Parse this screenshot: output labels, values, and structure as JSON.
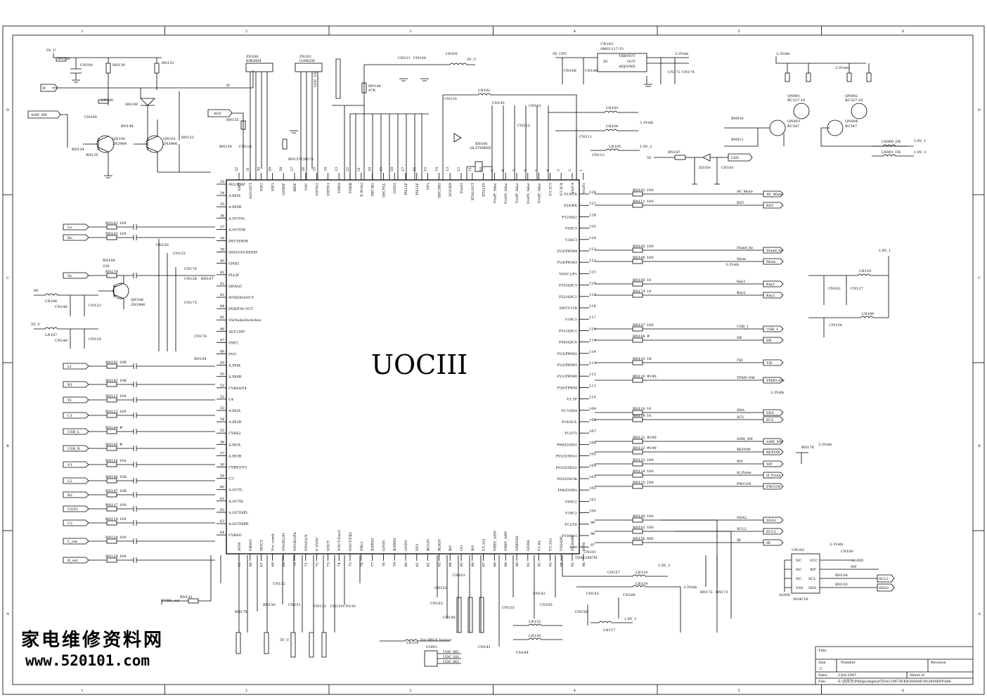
{
  "chip": {
    "name": "UOCIII",
    "part_ref": "UN101",
    "part_no": "TDA12067H",
    "left_pins": [
      {
        "no": "33",
        "name": "AVL/SSIF"
      },
      {
        "no": "34",
        "name": "A.IN5L"
      },
      {
        "no": "35",
        "name": "A.IN5R"
      },
      {
        "no": "36",
        "name": "A.OUTSL"
      },
      {
        "no": "37",
        "name": "A.OUTSR"
      },
      {
        "no": "38",
        "name": "DECSDEM"
      },
      {
        "no": "39",
        "name": "QSSO/AUDEEM"
      },
      {
        "no": "40",
        "name": "GND2"
      },
      {
        "no": "41",
        "name": "PLLIF"
      },
      {
        "no": "42",
        "name": "SIFAGC"
      },
      {
        "no": "43",
        "name": "IFVEDIO/OUT"
      },
      {
        "no": "44",
        "name": "DVB/FM OUT"
      },
      {
        "no": "45",
        "name": "VS/AudioSwitches"
      },
      {
        "no": "46",
        "name": "AGC2SIF"
      },
      {
        "no": "47",
        "name": "VSP2"
      },
      {
        "no": "48",
        "name": "SVO"
      },
      {
        "no": "49",
        "name": "A.IN4L"
      },
      {
        "no": "50",
        "name": "A.IN4R"
      },
      {
        "no": "51",
        "name": "CVBS4/Y4"
      },
      {
        "no": "52",
        "name": "C4"
      },
      {
        "no": "53",
        "name": "A.IN2L"
      },
      {
        "no": "54",
        "name": "A.IN2R"
      },
      {
        "no": "55",
        "name": "CVBS2"
      },
      {
        "no": "56",
        "name": "A.IN3L"
      },
      {
        "no": "57",
        "name": "A.IN3R"
      },
      {
        "no": "58",
        "name": "CVBS3/Y3"
      },
      {
        "no": "59",
        "name": "C3"
      },
      {
        "no": "60",
        "name": "A.OUTL"
      },
      {
        "no": "61",
        "name": "A.OUTR"
      },
      {
        "no": "62",
        "name": "A.OUTHPL"
      },
      {
        "no": "63",
        "name": "A.OUTHPR"
      },
      {
        "no": "64",
        "name": "CVBSO"
      }
    ],
    "right_pins": [
      {
        "no": "128",
        "name": "P15/TX"
      },
      {
        "no": "127",
        "name": "P14/RX"
      },
      {
        "no": "126",
        "name": "P12/Int2"
      },
      {
        "no": "125",
        "name": "VSSC3"
      },
      {
        "no": "124",
        "name": "V18C3"
      },
      {
        "no": "123",
        "name": "P25/PWM4"
      },
      {
        "no": "122",
        "name": "P24/PWM3"
      },
      {
        "no": "121",
        "name": "VSSC1/P1"
      },
      {
        "no": "120",
        "name": "P33/ADC3"
      },
      {
        "no": "119",
        "name": "P32/ADC2"
      },
      {
        "no": "118",
        "name": "DECV1V8"
      },
      {
        "no": "117",
        "name": "V18C1"
      },
      {
        "no": "116",
        "name": "P31/ADC1"
      },
      {
        "no": "115",
        "name": "P30/ADC0"
      },
      {
        "no": "114",
        "name": "P23/PWM2"
      },
      {
        "no": "113",
        "name": "P22/PWM1"
      },
      {
        "no": "112",
        "name": "P21/PWM0"
      },
      {
        "no": "111",
        "name": "P20/TPWM"
      },
      {
        "no": "110",
        "name": "V3.3P"
      },
      {
        "no": "109",
        "name": "P17/SDA"
      },
      {
        "no": "108",
        "name": "P16/SCL"
      },
      {
        "no": "107",
        "name": "P13/T1"
      },
      {
        "no": "106",
        "name": "P00/I2SDi1"
      },
      {
        "no": "105",
        "name": "P01/I2SDo1"
      },
      {
        "no": "104",
        "name": "P02/I2SDo2"
      },
      {
        "no": "103",
        "name": "P03/I2SClk"
      },
      {
        "no": "102",
        "name": "P04/I2SWs"
      },
      {
        "no": "101",
        "name": "VSSC2"
      },
      {
        "no": "100",
        "name": "V18C2"
      },
      {
        "no": "99",
        "name": "P11/T0"
      },
      {
        "no": "98",
        "name": "P10/Int1"
      },
      {
        "no": "97",
        "name": "Int0"
      }
    ],
    "top_pins": [
      {
        "no": "32",
        "name": "EHT"
      },
      {
        "no": "31",
        "name": "AGCOUT"
      },
      {
        "no": "30",
        "name": "SIF2"
      },
      {
        "no": "29",
        "name": "SIF1"
      },
      {
        "no": "28",
        "name": "GNDIF"
      },
      {
        "no": "27",
        "name": "IREF"
      },
      {
        "no": "26",
        "name": "VSC"
      },
      {
        "no": "25",
        "name": "VIFIN2"
      },
      {
        "no": "24",
        "name": "VIFIN1"
      },
      {
        "no": "23",
        "name": "VDRA"
      },
      {
        "no": "22",
        "name": "VDRB"
      },
      {
        "no": "21",
        "name": "E.W/Avl"
      },
      {
        "no": "20",
        "name": "DECBG"
      },
      {
        "no": "19",
        "name": "SECPLL"
      },
      {
        "no": "18",
        "name": "GND1"
      },
      {
        "no": "17",
        "name": "PH1LF"
      },
      {
        "no": "16",
        "name": "PH2LF"
      },
      {
        "no": "15",
        "name": "VP1"
      },
      {
        "no": "14",
        "name": "DECDIG"
      },
      {
        "no": "13",
        "name": "VGUED"
      },
      {
        "no": "12",
        "name": "VssA1"
      },
      {
        "no": "11",
        "name": "XTALOUT"
      },
      {
        "no": "10",
        "name": "XTALIN"
      },
      {
        "no": "9",
        "name": "VrefP_Sdac"
      },
      {
        "no": "8",
        "name": "VrefN_Sdac"
      },
      {
        "no": "7",
        "name": "VrefP_Sdac"
      },
      {
        "no": "6",
        "name": "VrefN_Sdac"
      },
      {
        "no": "5",
        "name": "VrefP_Sdac"
      },
      {
        "no": "4",
        "name": "V3.3C3"
      },
      {
        "no": "3",
        "name": "V3.3C4"
      },
      {
        "no": "2",
        "name": "VssC4"
      },
      {
        "no": "1",
        "name": "VssP2"
      }
    ],
    "bottom_pins": [
      {
        "no": "65",
        "name": "SVM"
      },
      {
        "no": "66",
        "name": "FBISO"
      },
      {
        "no": "67",
        "name": "HOUT"
      },
      {
        "no": "68",
        "name": "Vcc comb"
      },
      {
        "no": "69",
        "name": "VIN/R2/Pr"
      },
      {
        "no": "70",
        "name": "VIN/B2/Pb"
      },
      {
        "no": "71",
        "name": "VIN/G2/Y"
      },
      {
        "no": "72",
        "name": "V SYNC"
      },
      {
        "no": "73",
        "name": "VOUT"
      },
      {
        "no": "74",
        "name": "VOUT/Sws1"
      },
      {
        "no": "75",
        "name": "VOUT/FB2"
      },
      {
        "no": "76",
        "name": "FBL1"
      },
      {
        "no": "77",
        "name": "R/PRIN"
      },
      {
        "no": "78",
        "name": "G/YIN"
      },
      {
        "no": "79",
        "name": "B/PBIN"
      },
      {
        "no": "80",
        "name": "GND3"
      },
      {
        "no": "81",
        "name": "VP3"
      },
      {
        "no": "82",
        "name": "BCLIN"
      },
      {
        "no": "83",
        "name": "BLKIN"
      },
      {
        "no": "84",
        "name": "BO"
      },
      {
        "no": "85",
        "name": "GO"
      },
      {
        "no": "86",
        "name": "RO"
      },
      {
        "no": "87",
        "name": "V3.3A1"
      },
      {
        "no": "88",
        "name": "VREF_ADN"
      },
      {
        "no": "89",
        "name": "VREF_ADP"
      },
      {
        "no": "90",
        "name": "VREFAD"
      },
      {
        "no": "91",
        "name": "GNDA"
      },
      {
        "no": "92",
        "name": "V1.8A"
      },
      {
        "no": "93",
        "name": "V3.3A2"
      },
      {
        "no": "94",
        "name": "VSSADC"
      },
      {
        "no": "95",
        "name": "V1.8ADC"
      },
      {
        "no": "96",
        "name": "SVM"
      }
    ]
  },
  "left_ports": [
    {
      "label": "Lo",
      "ref": "RN102",
      "val": "100"
    },
    {
      "label": "Ro",
      "ref": "RN103",
      "val": "100"
    },
    {
      "label": "Vo",
      "ref": "RN179",
      "val": ""
    },
    {
      "label": "LI",
      "ref": "RN142",
      "val": "10K"
    },
    {
      "label": "R1",
      "ref": "RN143",
      "val": "10K"
    },
    {
      "label": "Y1",
      "ref": "RN115",
      "val": "100"
    },
    {
      "label": "C1",
      "ref": "RN113",
      "val": "100"
    },
    {
      "label": "USB_L",
      "ref": "RN144",
      "val": "#"
    },
    {
      "label": "USB_R",
      "ref": "RN145",
      "val": "#"
    },
    {
      "label": "V1",
      "ref": "RN116",
      "val": "100"
    },
    {
      "label": "L2",
      "ref": "RN146",
      "val": "10K"
    },
    {
      "label": "R2",
      "ref": "RN147",
      "val": "10K"
    },
    {
      "label": "V2/Y2",
      "ref": "RN117",
      "val": "100"
    },
    {
      "label": "C2",
      "ref": "RN114",
      "val": "100"
    },
    {
      "label": "L_out",
      "ref": "RN128",
      "val": "100"
    },
    {
      "label": "R_out",
      "ref": "RN129",
      "val": "100"
    }
  ],
  "right_ports": [
    {
      "label": "AV_Mute",
      "ref": "RN101",
      "val": "100"
    },
    {
      "label": "RST",
      "ref": "RN111",
      "val": "100"
    },
    {
      "label": "Stand_by",
      "ref": "RN105",
      "val": "100"
    },
    {
      "label": "Mute",
      "ref": "RN106",
      "val": "100"
    },
    {
      "label": "Key1",
      "ref": "RN168",
      "val": "10"
    },
    {
      "label": "Key2",
      "ref": "RN174",
      "val": "10"
    },
    {
      "label": "USB_1",
      "ref": "RN107",
      "val": "100"
    },
    {
      "label": "SR",
      "ref": "RN108",
      "val": "#"
    },
    {
      "label": "Tilt",
      "ref": "RN110",
      "val": "1K"
    },
    {
      "label": "YPbPr-SW",
      "ref": "RN120",
      "val": "#100"
    },
    {
      "label": "SDA",
      "ref": "RN118",
      "val": "10"
    },
    {
      "label": "SCL",
      "ref": "RN119",
      "val": "10"
    },
    {
      "label": "SAW_SW",
      "ref": "RN121",
      "val": "#100"
    },
    {
      "label": "REPOW",
      "ref": "RN122",
      "val": "#100"
    },
    {
      "label": "WP",
      "ref": "RN123",
      "val": "100"
    },
    {
      "label": "H_Prote",
      "ref": "RN124",
      "val": "100"
    },
    {
      "label": "PWCON",
      "ref": "RN125",
      "val": "100"
    },
    {
      "label": "SDA2",
      "ref": "RN100",
      "val": "100"
    },
    {
      "label": "SCL2",
      "ref": "RN101",
      "val": "100"
    },
    {
      "label": "IR",
      "ref": "RN156",
      "val": "680"
    }
  ],
  "top_labels": {
    "v5u": "5V_U",
    "if_net": "IF",
    "saw_sw": "SAW_SW",
    "agc": "AGC",
    "uoc_vd": "UOC_VD",
    "v33": "3.3Vstb",
    "v5cpu": "5V_CPU",
    "led": "LED",
    "v18_1": "1.8V_1",
    "v18_2": "1.8V_2",
    "v5u2": "5V_U"
  },
  "regulator": {
    "ref": "UN103",
    "part": "AMS1117-33",
    "pins": [
      "IN",
      "TAB/OUT",
      "OUT",
      "ADJ/GND"
    ]
  },
  "filters": [
    {
      "ref": "ZN100",
      "part": "K9656M"
    },
    {
      "ref": "ZN101",
      "part": "G3962M"
    }
  ],
  "crystal": {
    "ref": "XN100",
    "val": "24.576MHZ"
  },
  "transistors": [
    {
      "ref": "QN100",
      "part": "2N3904"
    },
    {
      "ref": "QN101",
      "part": "2N3906"
    },
    {
      "ref": "QN106",
      "part": "2N3906"
    },
    {
      "ref": "QN901",
      "part": "BC327-16"
    },
    {
      "ref": "QN903",
      "part": "BC547"
    },
    {
      "ref": "QN902",
      "part": "BC327-16"
    },
    {
      "ref": "QN904",
      "part": "BC547"
    }
  ],
  "eeprom": {
    "ref": "UN102",
    "part": "M24C16",
    "agnd": "AGND",
    "left": [
      "NC",
      "NC",
      "NC",
      "VSS"
    ],
    "right": [
      "VCC",
      "WP",
      "SCL",
      "SDA"
    ],
    "nets": {
      "wp": "WP",
      "scl2": "SCL2",
      "sda2": "SDA2"
    }
  },
  "connector": {
    "ref": "CON3",
    "nets": [
      "UOC_RO",
      "UOC_GO",
      "UOC_BO"
    ],
    "label": "For BRLK Source"
  },
  "title_block": {
    "title": "Title",
    "size_label": "Size",
    "size": "C",
    "number_label": "Number",
    "revision_label": "Revision",
    "date_label": "Date:",
    "date": "2-Jul-2007",
    "sheet_label": "Sheet of",
    "file_label": "File:",
    "file": "E:\\沈月华\\Philips\\digital\\TDA12067H\\KB28006P28\\28006PP.ddb"
  },
  "grid": {
    "cols": [
      "1",
      "2",
      "3",
      "4",
      "5",
      "6"
    ],
    "rows": [
      "D",
      "C",
      "B",
      "A"
    ]
  },
  "watermark": {
    "line1": "家电维修资料网",
    "line2": "www.520101.com"
  }
}
